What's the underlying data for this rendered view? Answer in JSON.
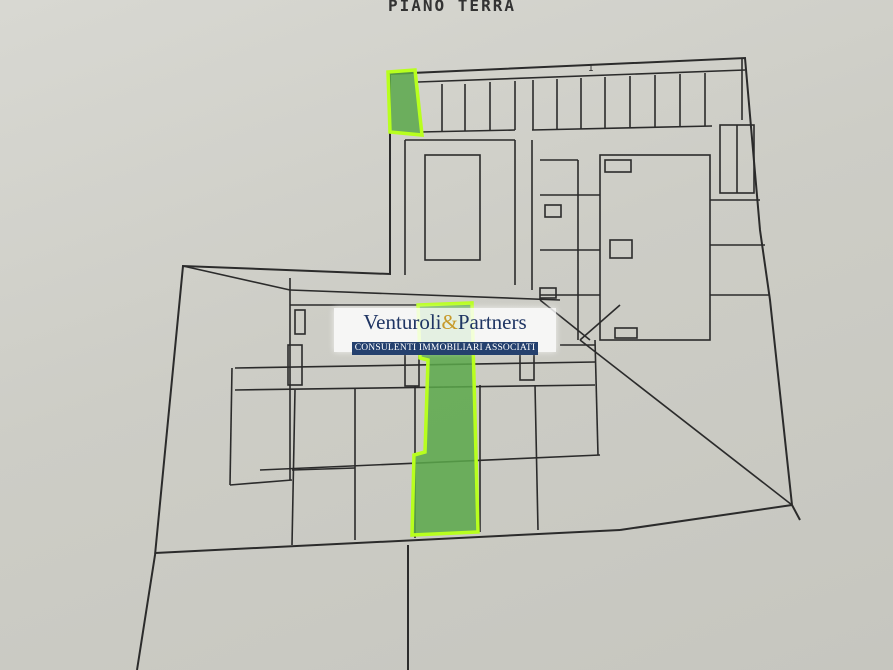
{
  "plan": {
    "title": "PIANO TERRA",
    "parking_number": "1"
  },
  "watermark": {
    "name_part1": "Venturoli",
    "ampersand": "&",
    "name_part2": "Partners",
    "tagline": "CONSULENTI IMMOBILIARI ASSOCIATI"
  },
  "colors": {
    "paper": "#d2d2cc",
    "ink": "#2b2b2b",
    "highlight_outline": "#b8ff1e",
    "highlight_fill": "#5aa84a",
    "brand_navy": "#24406e",
    "brand_gold": "#c79a2a"
  }
}
